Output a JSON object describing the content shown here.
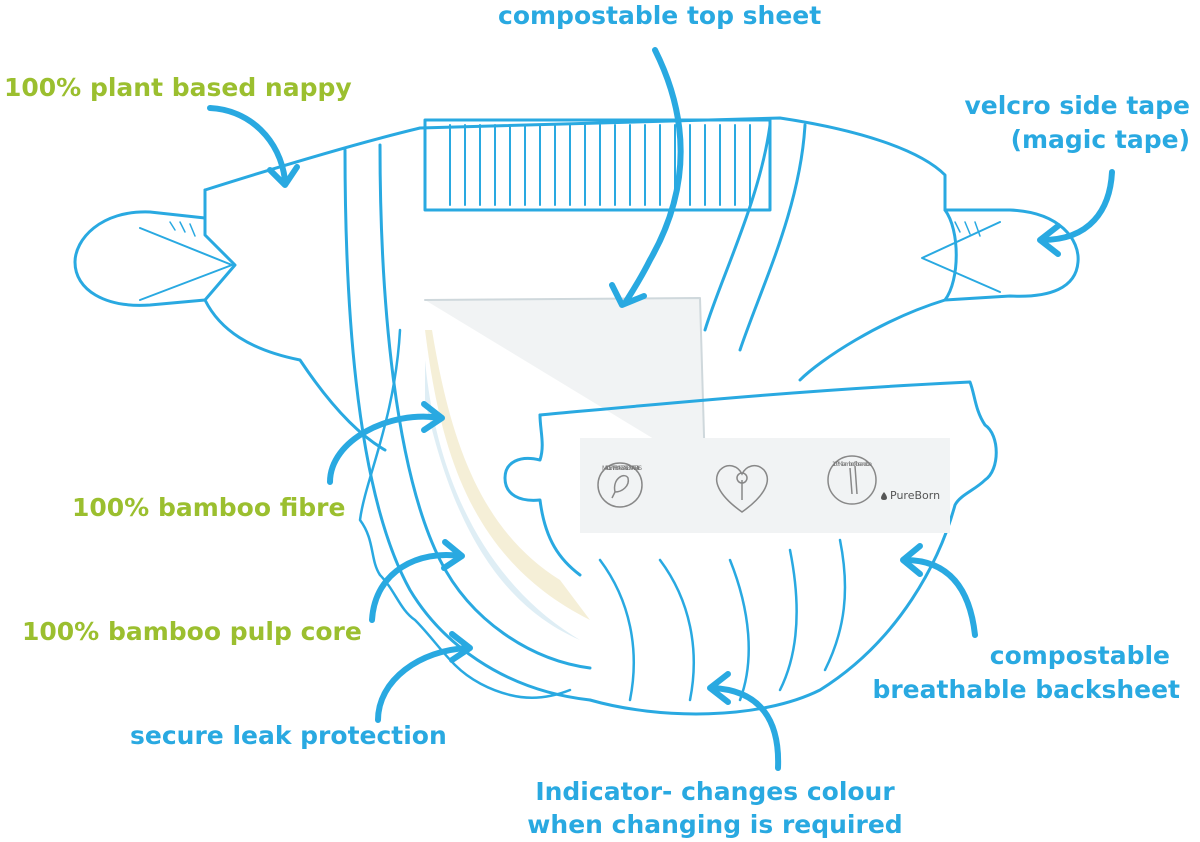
{
  "colors": {
    "outline": "#29a9e1",
    "green_label": "#9bbf2f",
    "blue_label": "#29a9e1",
    "pad_fill": "#f1f3f4",
    "core_yellow": "#f5efd7",
    "core_blue": "#dfeef5"
  },
  "labels": {
    "top_sheet": "compostable top sheet",
    "plant_based": "100% plant based nappy",
    "velcro_line1": "velcro side tape",
    "velcro_line2": "(magic tape)",
    "bamboo_fibre": "100% bamboo fibre",
    "pulp_core": "100% bamboo pulp core",
    "leak_protection": "secure leak protection",
    "backsheet_line1": "compostable",
    "backsheet_line2": "breathable backsheet",
    "indicator_line1": "Indicator- changes colour",
    "indicator_line2": "when changing is required"
  },
  "badges": {
    "plant_based_badge": "MADE WITH PLANT BASED MATERIALS",
    "bamboo_badge": "100% bamboo fibre and core",
    "brand": "PureBorn"
  },
  "icons": [
    "leaf-icon",
    "tree-heart-icon",
    "bamboo-icon",
    "drop-icon"
  ]
}
